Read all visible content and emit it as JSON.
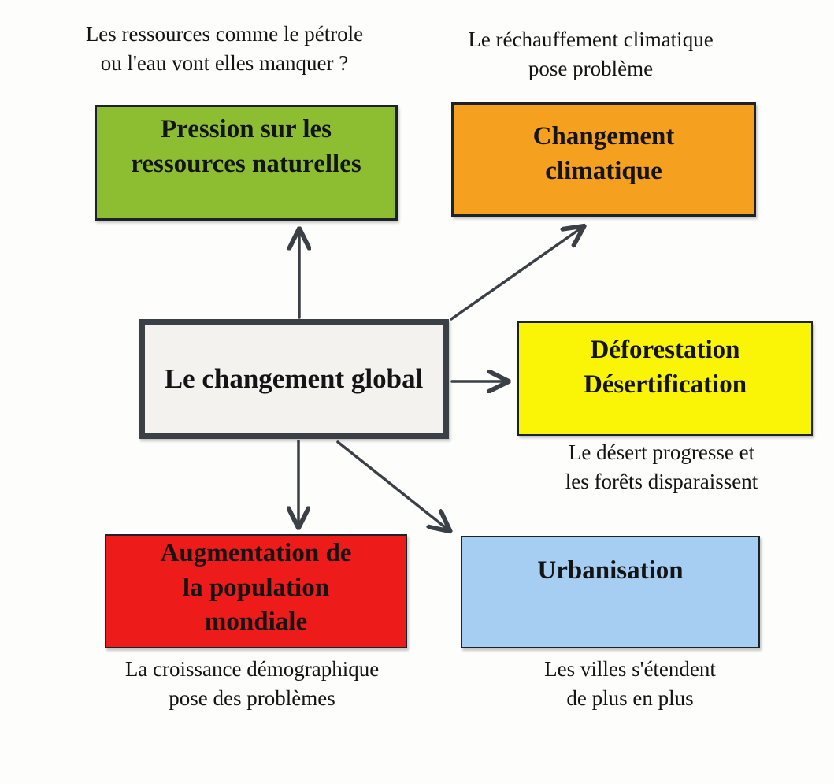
{
  "center_node": {
    "label": "Le changement global",
    "fill": "#f4f2ef"
  },
  "nodes": {
    "pression": {
      "label": "Pression sur les\nressources naturelles",
      "caption": "Les ressources comme le pétrole\nou l'eau vont elles manquer ?",
      "color": "#8dbe32"
    },
    "climat": {
      "label": "Changement\nclimatique",
      "caption": "Le réchauffement climatique\npose problème",
      "color": "#f5a01f"
    },
    "deforestation": {
      "label": "Déforestation\nDésertification",
      "caption": "Le désert progresse et\nles forêts disparaissent",
      "color": "#faf506"
    },
    "population": {
      "label": "Augmentation de\nla population\nmondiale",
      "caption": "La croissance démographique\npose des problèmes",
      "color": "#ee1b1b"
    },
    "urbanisation": {
      "label": "Urbanisation",
      "caption": "Les villes s'étendent\nde plus en plus",
      "color": "#a6cdf2"
    }
  },
  "arrow_color": "#3a4046"
}
